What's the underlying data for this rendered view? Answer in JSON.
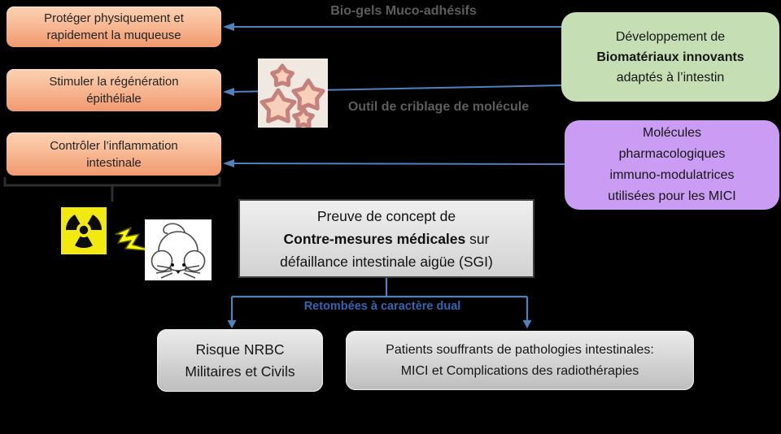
{
  "colors": {
    "background": "#000000",
    "goal_box_gradient_top": "#fbd2b2",
    "goal_box_gradient_bottom": "#f1996f",
    "green_box": "#c5deb4",
    "purple_box": "#cb9cf3",
    "proof_box_fill": "#d9d9d9",
    "outcome_box_fill": "#cfcfcf",
    "connector_blue": "#4f81bd",
    "dual_label_blue": "#3465af",
    "flow_label_gray": "#5d5d5d",
    "radiation_yellow": "#f2ea0f"
  },
  "goal_boxes": [
    {
      "line1": "Protéger physiquement  et",
      "line2": "rapidement la muqueuse"
    },
    {
      "line1": "Stimuler la régénération",
      "line2": "épithéliale"
    },
    {
      "line1": "Contrôler l’inflammation",
      "line2": "intestinale"
    }
  ],
  "source_boxes": {
    "biomaterials": {
      "line1": "Développement  de",
      "line2_bold": "Biomatériaux innovants",
      "line3": "adaptés à l’intestin"
    },
    "molecules": {
      "line1": "Molécules",
      "line2": "pharmacologiques",
      "line3": "immuno-modulatrices",
      "line4": "utilisées pour les MICI"
    }
  },
  "flow_labels": {
    "bio_gels": "Bio-gels Muco-adhésifs",
    "screening_tool": "Outil de criblage de molécule",
    "dual_outcome": "Retombées à caractère dual"
  },
  "proof_box": {
    "line1": "Preuve de concept de",
    "line2_bold": "Contre-mesures médicales",
    "line2_rest": " sur",
    "line3": "défaillance intestinale aigüe (SGI)"
  },
  "outcome_boxes": {
    "nrbc": {
      "line1": "Risque NRBC",
      "line2": "Militaires et Civils"
    },
    "patients": {
      "line1": "Patients souffrants de pathologies intestinales:",
      "line2": "MICI et Complications des radiothérapies"
    }
  },
  "icons": {
    "radiation": "radiation-hazard-symbol",
    "lightning": "lightning-bolt",
    "mouse": "laboratory-mouse-drawing",
    "cells": "intestinal-organoid-cells"
  }
}
